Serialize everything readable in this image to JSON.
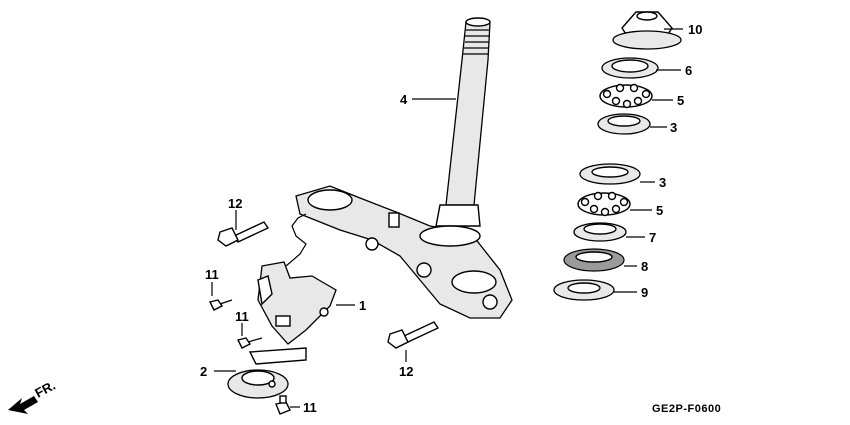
{
  "diagram": {
    "callouts": [
      "10",
      "6",
      "5",
      "3",
      "4",
      "3",
      "5",
      "7",
      "8",
      "9",
      "12",
      "11",
      "1",
      "11",
      "12",
      "2",
      "11"
    ],
    "front_indicator": "FR.",
    "drawing_code": "GE2P-F0600"
  }
}
